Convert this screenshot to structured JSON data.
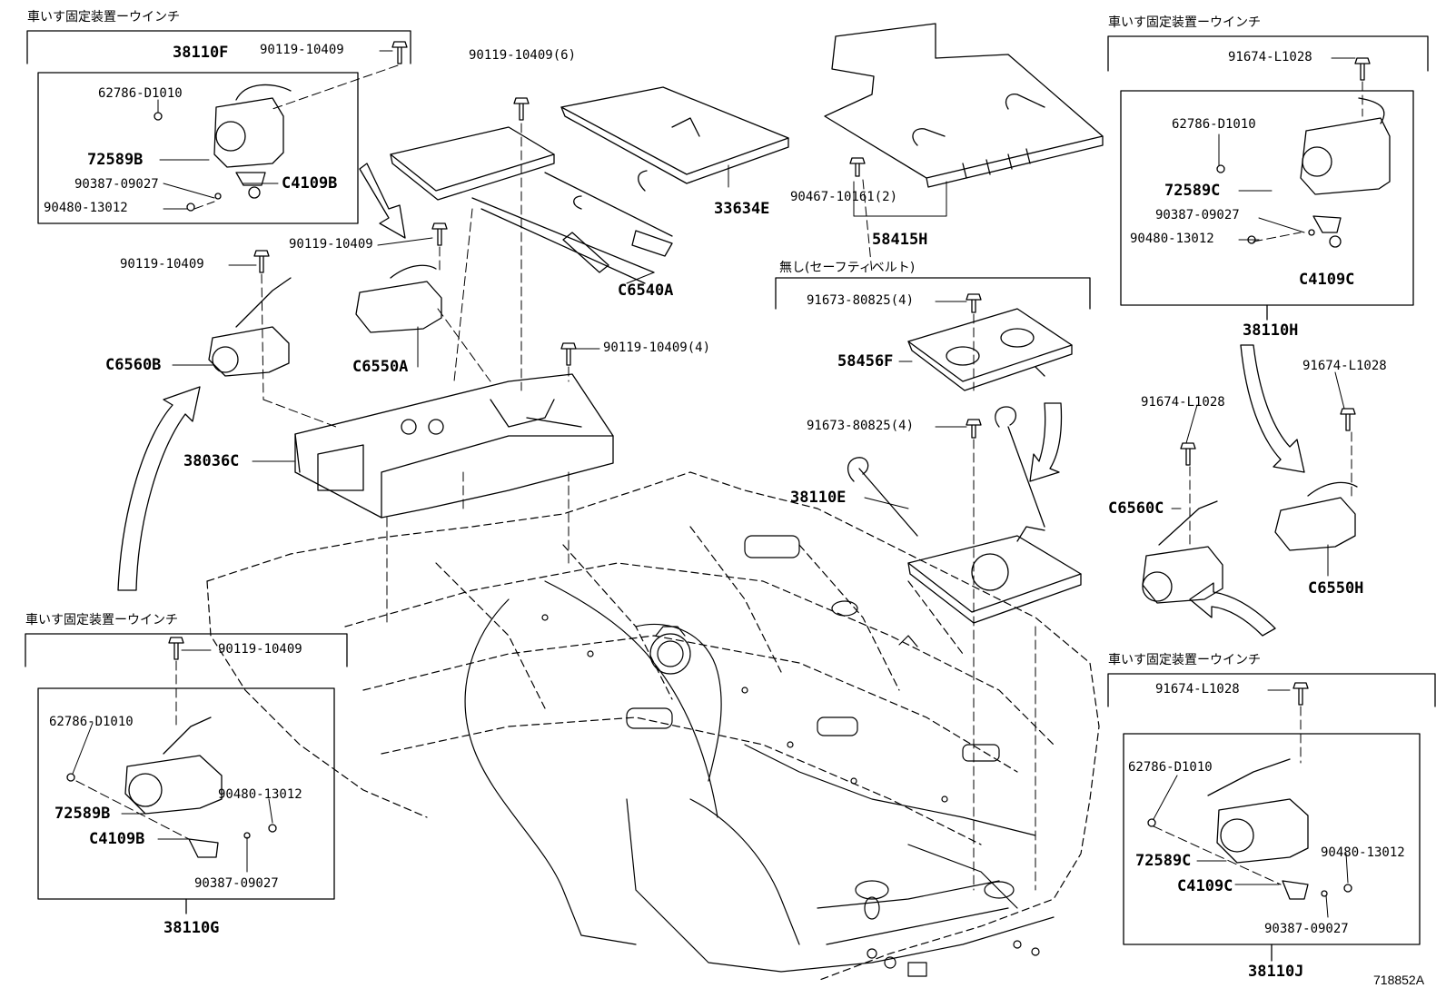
{
  "figure_id": "718852A",
  "groups": {
    "tl_header": "車いす固定装置ーウインチ",
    "tr_header": "車いす固定装置ーウインチ",
    "bl_header": "車いす固定装置ーウインチ",
    "br_header": "車いす固定装置ーウインチ",
    "mid_header": "無し(セーフティベルト)"
  },
  "labels": {
    "p38110F": "38110F",
    "p90119_tl": "90119-10409",
    "p62786_tl": "62786-D1010",
    "p72589B_tl": "72589B",
    "p90387_tl": "90387-09027",
    "pC4109B_tl": "C4109B",
    "p90480_tl": "90480-13012",
    "p90119_6": "90119-10409(6)",
    "p33634E": "33634E",
    "p90119_mid": "90119-10409",
    "p90119_left": "90119-10409",
    "pC6540A": "C6540A",
    "pC6560B": "C6560B",
    "pC6550A": "C6550A",
    "p90119_4": "90119-10409(4)",
    "p38036C": "38036C",
    "p90467": "90467-10161(2)",
    "p58415H": "58415H",
    "p91673_a": "91673-80825(4)",
    "p58456F": "58456F",
    "p91673_b": "91673-80825(4)",
    "p38110E": "38110E",
    "p91674_tr": "91674-L1028",
    "p62786_tr": "62786-D1010",
    "p72589C_tr": "72589C",
    "p90387_tr": "90387-09027",
    "p90480_tr": "90480-13012",
    "pC4109C_tr": "C4109C",
    "p38110H": "38110H",
    "p91674_r1": "91674-L1028",
    "p91674_r2": "91674-L1028",
    "pC6560C": "C6560C",
    "pC6550H": "C6550H",
    "p90119_bl": "90119-10409",
    "p62786_bl": "62786-D1010",
    "p90480_bl": "90480-13012",
    "p72589B_bl": "72589B",
    "pC4109B_bl": "C4109B",
    "p90387_bl": "90387-09027",
    "p38110G": "38110G",
    "p91674_br": "91674-L1028",
    "p62786_br": "62786-D1010",
    "p72589C_br": "72589C",
    "p90480_br": "90480-13012",
    "pC4109C_br": "C4109C",
    "p90387_br": "90387-09027",
    "p38110J": "38110J"
  }
}
